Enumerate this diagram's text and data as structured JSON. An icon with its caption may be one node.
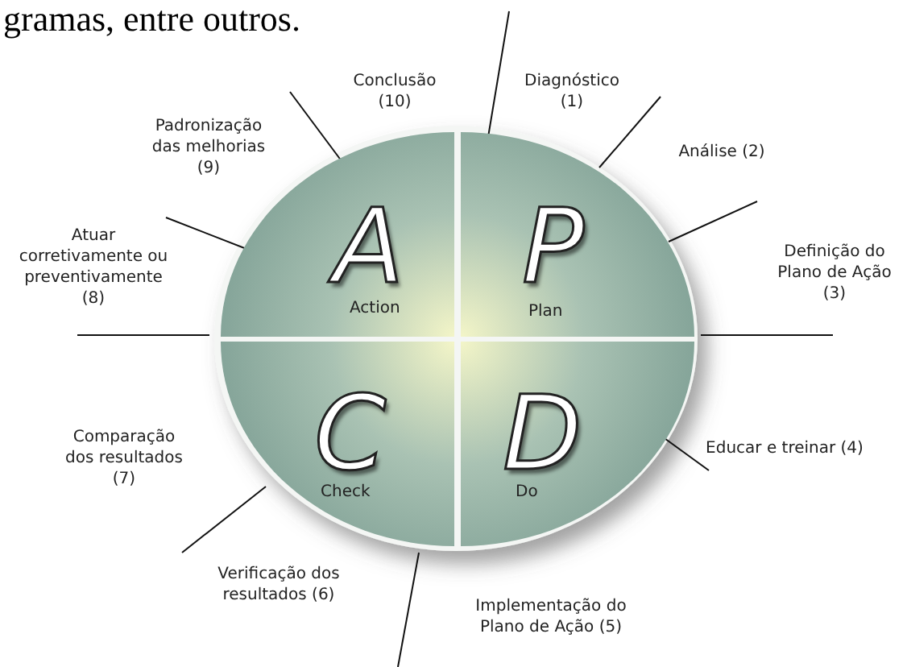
{
  "diagram": {
    "nodes": [
      {
        "text": [
          "A",
          "Action"
        ]
      },
      {
        "text": [
          "P",
          "Plan"
        ]
      },
      {
        "text": [
          "C",
          "Check"
        ]
      },
      {
        "text": [
          "D",
          "Do"
        ]
      }
    ],
    "labels": [
      "gramas, entre outros.",
      "Conclusão (10)",
      "Diagnóstico (1)",
      "Padronização das melhorias (9)",
      "Análise (2)",
      "Atuar corretivamente ou preventivamente (8)",
      "Definição do Plano de Ação (3)",
      "Comparação dos resultados (7)",
      "Educar e treinar (4)",
      "Verificação dos resultados (6)",
      "Implementação do Plano de Ação (5)"
    ]
  }
}
